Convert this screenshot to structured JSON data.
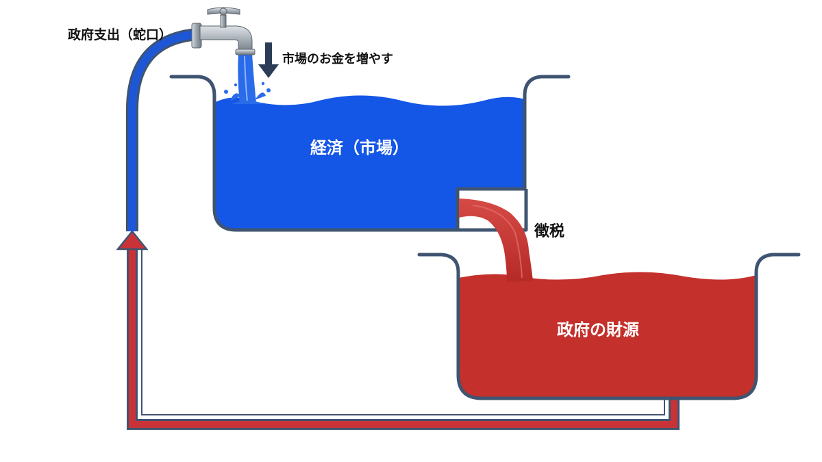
{
  "labels": {
    "faucet": "政府支出（蛇口）",
    "increase": "市場のお金を増やす",
    "economy": "経済（市場）",
    "tax": "徴税",
    "finance": "政府の財源"
  },
  "colors": {
    "economy_water": "#1456e6",
    "finance_water": "#c4302b",
    "spending_pipe": "#1e57d6",
    "tax_pipe": "#c93338",
    "tank_outline": "#3f5470",
    "faucet_metal": "#9ba3ab"
  },
  "icons": [
    "faucet-icon",
    "down-arrow-icon"
  ]
}
